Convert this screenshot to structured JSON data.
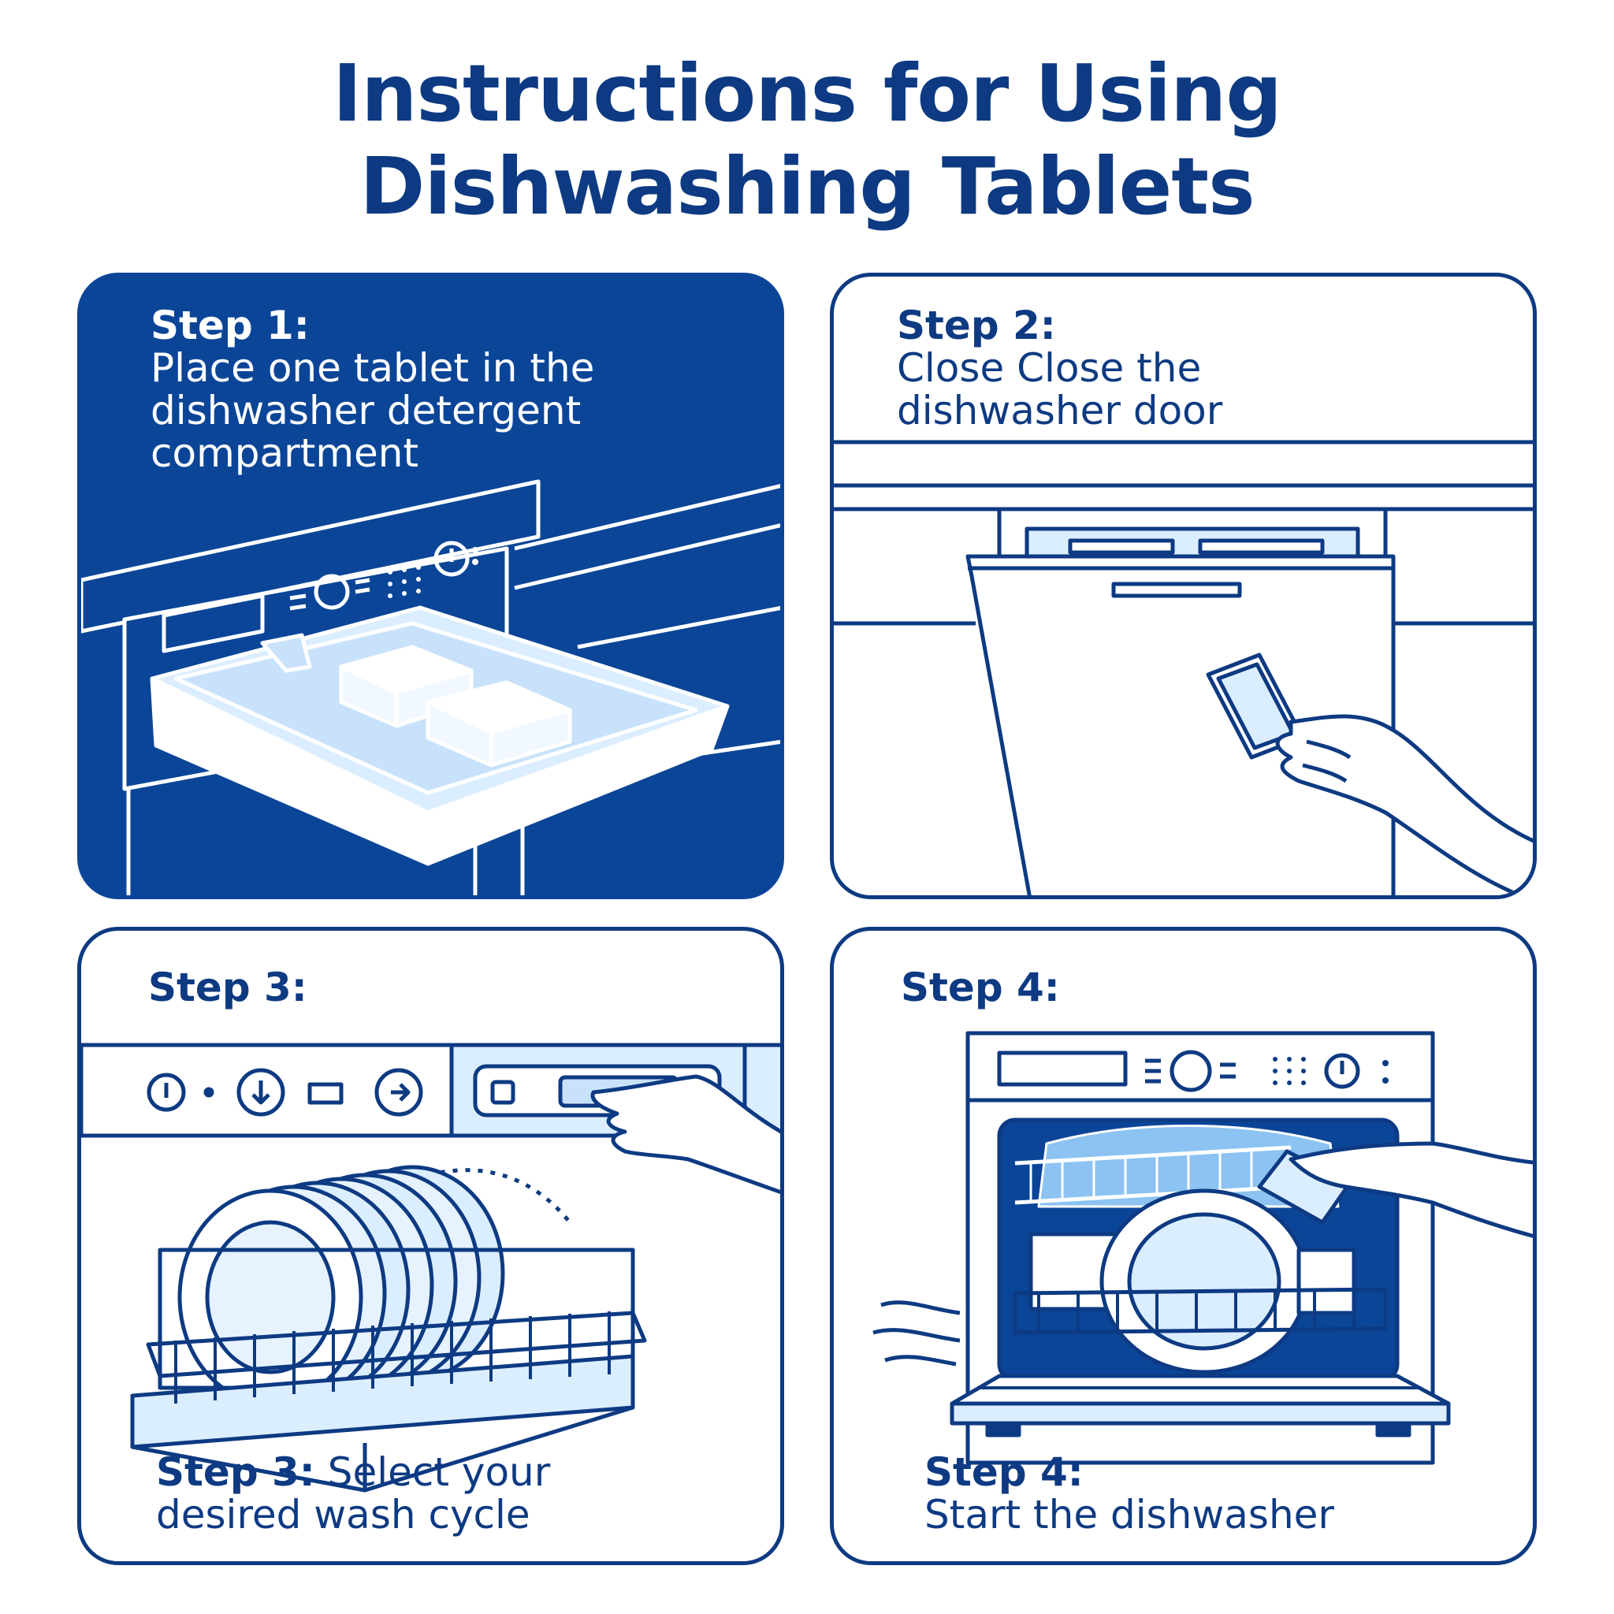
{
  "title": {
    "line1": "Instructions for Using",
    "line2": "Dishwashing Tablets"
  },
  "steps": [
    {
      "label": "Step 1:",
      "text_lines": [
        "Place one tablet in the",
        "dishwasher detergent",
        "compartment"
      ]
    },
    {
      "label": "Step 2:",
      "text_lines": [
        "Close Close the",
        "dishwasher door"
      ]
    },
    {
      "label": "Step 3:",
      "caption_label": "Step 3:",
      "caption_lines": [
        "Select your",
        "desired wash cycle"
      ]
    },
    {
      "label": "Step 4:",
      "caption_label": "Step 4:",
      "caption_lines": [
        "Start the dishwasher"
      ]
    }
  ],
  "colors": {
    "primary": "#0d3a82",
    "panel_dark": "#0b4598",
    "light_blue": "#dbeeff",
    "white": "#ffffff"
  },
  "icons": [
    "dishwasher-drawer-icon",
    "dishwasher-door-icon",
    "tablet-icon",
    "hand-icon",
    "control-panel-icon",
    "dish-rack-icon",
    "open-dishwasher-icon"
  ]
}
